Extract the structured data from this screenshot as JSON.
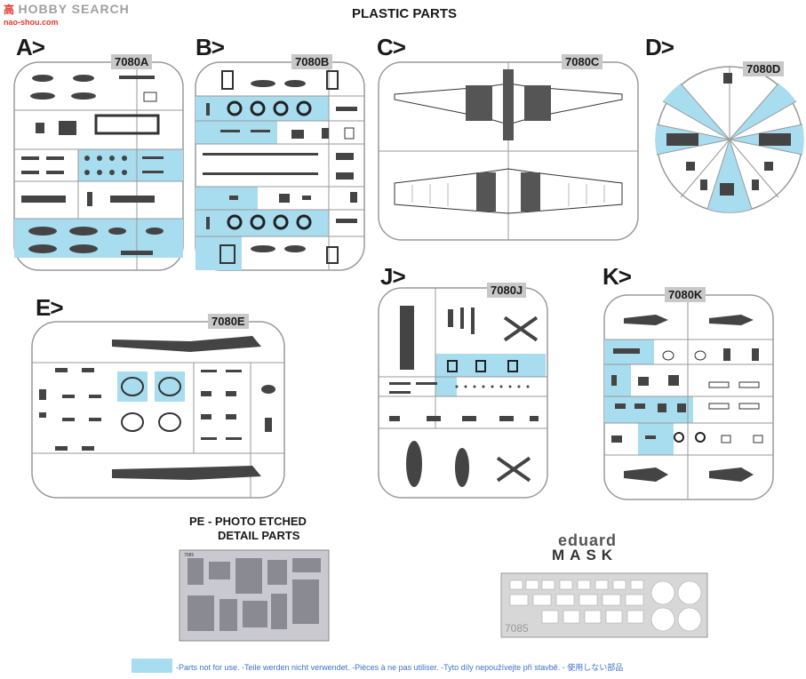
{
  "watermark": {
    "site": "HOBBY SEARCH",
    "domain": "nao-shou.com",
    "glyph": "高"
  },
  "page_title": "PLASTIC PARTS",
  "sprues": {
    "A": {
      "letter": "A>",
      "code": "7080A"
    },
    "B": {
      "letter": "B>",
      "code": "7080B"
    },
    "C": {
      "letter": "C>",
      "code": "7080C"
    },
    "D": {
      "letter": "D>",
      "code": "7080D"
    },
    "E": {
      "letter": "E>",
      "code": "7080E"
    },
    "J": {
      "letter": "J>",
      "code": "7080J"
    },
    "K": {
      "letter": "K>",
      "code": "7080K"
    }
  },
  "pe": {
    "title_line1": "PE - PHOTO ETCHED",
    "title_line2": "DETAIL PARTS",
    "fret_code": "7085"
  },
  "mask": {
    "brand": "eduard",
    "word": "MASK",
    "code": "7085"
  },
  "footer": {
    "legend_text": "-Parts not for use. -Teile werden nicht verwendet. -Pièces à ne pas utiliser. -Tyto díly nepoužívejte při stavbě. - 使用しない部品",
    "legend_color": "#a8dcef"
  },
  "colors": {
    "unused": "#a8dcef",
    "frame": "#9a9a9a",
    "part": "#333333"
  }
}
